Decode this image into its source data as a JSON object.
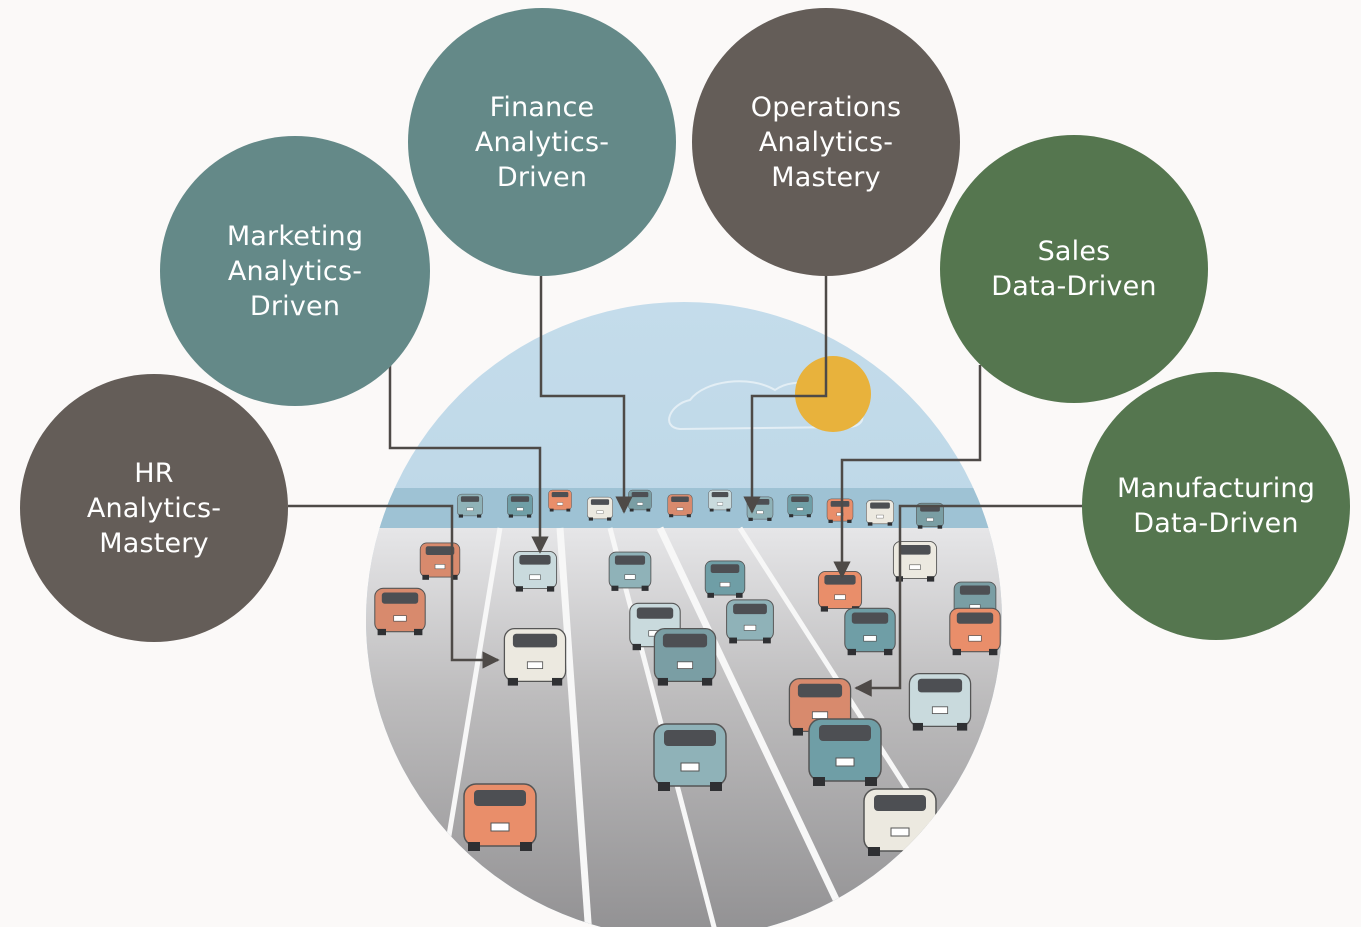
{
  "colors": {
    "background": "#fbf9f8",
    "teal": "#648988",
    "taupe": "#645d58",
    "green": "#55764f",
    "connector": "#4e4a47",
    "sky": "#bcd7e6",
    "road": "#b8b7b8",
    "sun": "#e8b23c"
  },
  "departments": [
    {
      "id": "hr",
      "lines": [
        "HR",
        "Analytics-",
        "Mastery"
      ],
      "color": "taupe"
    },
    {
      "id": "marketing",
      "lines": [
        "Marketing",
        "Analytics-",
        "Driven"
      ],
      "color": "teal"
    },
    {
      "id": "finance",
      "lines": [
        "Finance",
        "Analytics-",
        "Driven"
      ],
      "color": "teal"
    },
    {
      "id": "operations",
      "lines": [
        "Operations",
        "Analytics-",
        "Mastery"
      ],
      "color": "taupe"
    },
    {
      "id": "sales",
      "lines": [
        "Sales",
        "Data-Driven"
      ],
      "color": "green"
    },
    {
      "id": "manufacturing",
      "lines": [
        "Manufacturing",
        "Data-Driven"
      ],
      "color": "green"
    }
  ],
  "illustration": {
    "subject": "highway-traffic-scene",
    "car_colors": [
      "#8fb2b8",
      "#6f9ea6",
      "#e98e6a",
      "#ece9e0",
      "#7a9ea4",
      "#d88a6d",
      "#c9dadd"
    ]
  }
}
